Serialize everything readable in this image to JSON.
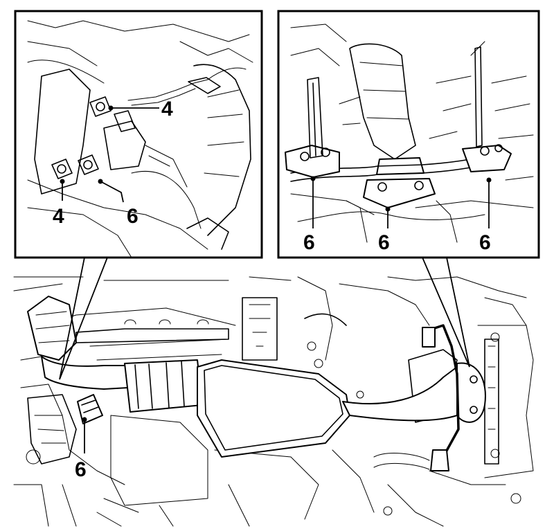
{
  "callouts": {
    "left_inset": [
      {
        "id": "a",
        "label": "4"
      },
      {
        "id": "b",
        "label": "4"
      },
      {
        "id": "c",
        "label": "6"
      }
    ],
    "right_inset": [
      {
        "id": "a",
        "label": "6"
      },
      {
        "id": "b",
        "label": "6"
      },
      {
        "id": "c",
        "label": "6"
      }
    ],
    "main_view": [
      {
        "id": "a",
        "label": "6"
      }
    ]
  },
  "colors": {
    "line": "#000000",
    "background": "#ffffff"
  }
}
